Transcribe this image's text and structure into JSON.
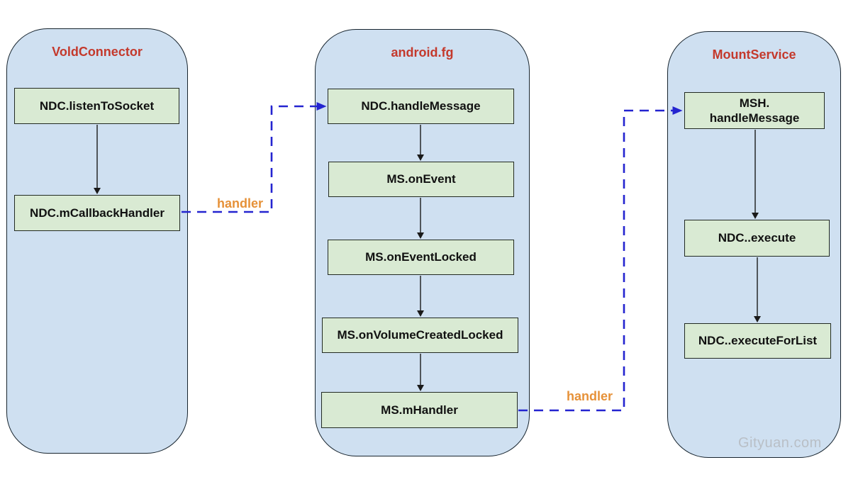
{
  "colors": {
    "container-fill": "#cfe0f1",
    "container-border": "#17242e",
    "box-fill": "#d9ead3",
    "box-border": "#222a22",
    "title-red": "#c4392c",
    "handler-orange": "#e69138",
    "connector-blue": "#2424d0",
    "arrow-black": "#1a1a1a",
    "watermark-gray": "#b9bfc6"
  },
  "containers": [
    {
      "title": "VoldConnector",
      "boxes": [
        "NDC.listenToSocket",
        "NDC.mCallbackHandler"
      ]
    },
    {
      "title": "android.fg",
      "boxes": [
        "NDC.handleMessage",
        "MS.onEvent",
        "MS.onEventLocked",
        "MS.onVolumeCreatedLocked",
        "MS.mHandler"
      ]
    },
    {
      "title": "MountService",
      "boxes": [
        "MSH.\nhandleMessage",
        "NDC..execute",
        "NDC..executeForList"
      ]
    }
  ],
  "connectors": [
    {
      "label": "handler",
      "from": "NDC.mCallbackHandler",
      "to": "NDC.handleMessage"
    },
    {
      "label": "handler",
      "from": "MS.mHandler",
      "to": "MSH.handleMessage"
    }
  ],
  "watermark": "Gityuan.com"
}
